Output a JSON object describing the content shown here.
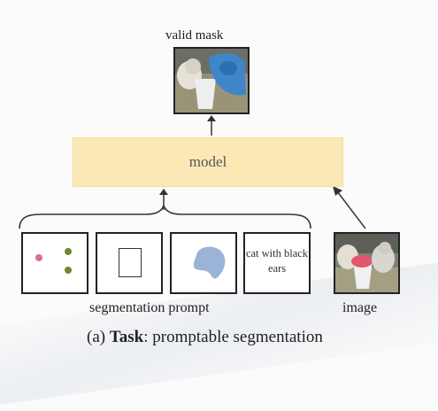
{
  "diagram": {
    "output_label": "valid mask",
    "model_label": "model",
    "prompt_text": "cat with black ears",
    "inputs_label": "segmentation prompt",
    "image_label": "image",
    "caption_prefix": "(a) ",
    "caption_bold": "Task",
    "caption_rest": ": promptable segmentation"
  },
  "colors": {
    "model_fill": "#fbe9b5",
    "point_red": "#d9708a",
    "point_green": "#6d8a32",
    "mask_blob": "#9bb3d6"
  }
}
